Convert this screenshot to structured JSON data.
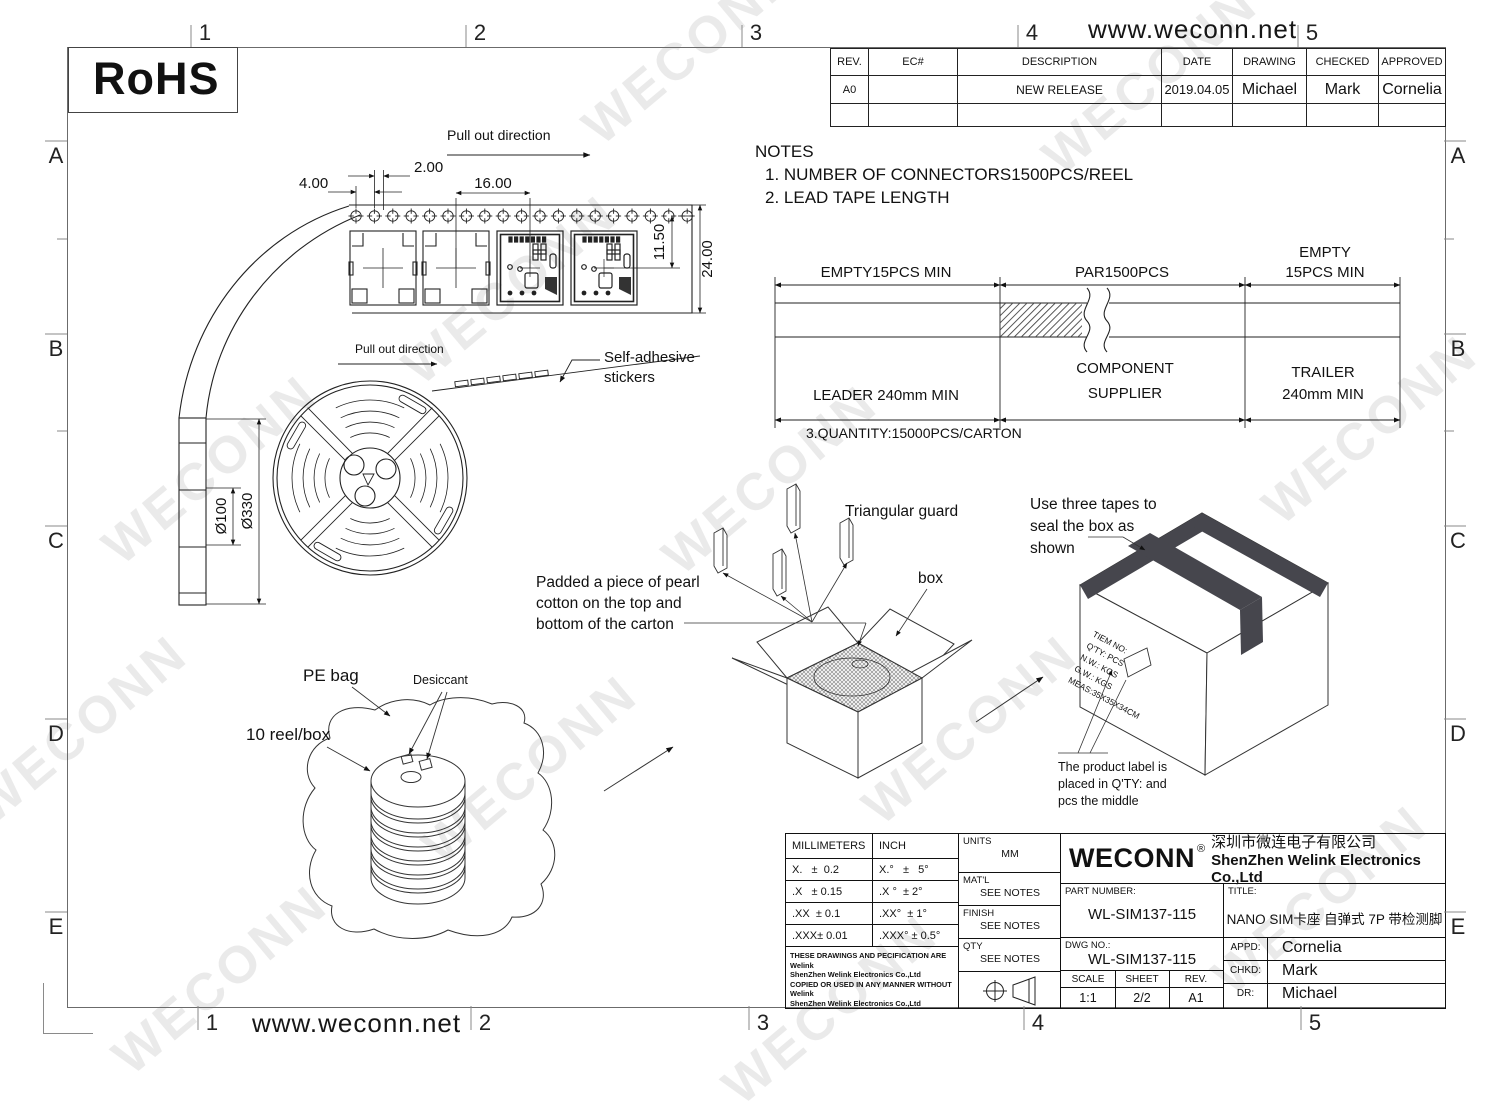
{
  "watermark": "WECONN",
  "frame": {
    "cols": [
      "1",
      "2",
      "3",
      "4",
      "5"
    ],
    "rows": [
      "A",
      "B",
      "C",
      "D",
      "E"
    ],
    "url_top": "www.weconn.net",
    "url_bottom": "www.weconn.net",
    "rohs": "RoHS"
  },
  "revision_table": {
    "headers": [
      "REV.",
      "EC#",
      "DESCRIPTION",
      "DATE",
      "DRAWING",
      "CHECKED",
      "APPROVED"
    ],
    "row": {
      "rev": "A0",
      "ec": "",
      "description": "NEW RELEASE",
      "date": "2019.04.05",
      "drawing": "Michael",
      "checked": "Mark",
      "approved": "Cornelia"
    }
  },
  "notes": {
    "heading": "NOTES",
    "n1": "1. NUMBER OF CONNECTORS1500PCS/REEL",
    "n2": "2. LEAD TAPE LENGTH",
    "n3": "3.QUANTITY:15000PCS/CARTON"
  },
  "fig_tape": {
    "pull_out": "Pull out direction",
    "d4": "4.00",
    "d2": "2.00",
    "d16": "16.00",
    "d115": "11.50",
    "d24": "24.00"
  },
  "fig_reel": {
    "pull_out": "Pull out direction",
    "sticker1": "Self-adhesive",
    "sticker2": "stickers",
    "dia_small": "Ø100",
    "dia_big": "Ø330"
  },
  "tape_len": {
    "empty_left": "EMPTY15PCS MIN",
    "par": "PAR1500PCS",
    "empty_right1": "EMPTY",
    "empty_right2": "15PCS MIN",
    "leader": "LEADER 240mm MIN",
    "component1": "COMPONENT",
    "component2": "SUPPLIER",
    "trailer1": "TRAILER",
    "trailer2": "240mm MIN"
  },
  "fig_bag": {
    "pe_bag": "PE bag",
    "desiccant": "Desiccant",
    "reels": "10 reel/box"
  },
  "fig_carton": {
    "guard": "Triangular guard",
    "box": "box",
    "padded1": "Padded a piece of pearl",
    "padded2": "cotton on the top and",
    "padded3": "bottom of the carton"
  },
  "fig_sealed": {
    "seal1": "Use three tapes to",
    "seal2": "seal the box as",
    "seal3": "shown",
    "label1": "TIEM NO:",
    "label2": "Q'TY:   PCS",
    "label3": "N.W.:   KGS",
    "label4": "G.W.:   KGS",
    "label5": "MEAS:35X35X34CM",
    "note1": "The product label is",
    "note2": "placed in Q'TY: and",
    "note3": "pcs the middle"
  },
  "title_block": {
    "tol_mm_header": "MILLIMETERS",
    "tol_inch_header": "INCH",
    "tol": [
      [
        "X.   ±  0.2",
        "X.°   ±   5°"
      ],
      [
        ".X   ± 0.15",
        ".X °  ± 2°"
      ],
      [
        ".XX  ± 0.1",
        ".XX°  ± 1°"
      ],
      [
        ".XXX± 0.01",
        ".XXX° ± 0.5°"
      ]
    ],
    "units_label": "UNITS",
    "units": "MM",
    "matl_label": "MAT'L",
    "matl": "SEE NOTES",
    "finish_label": "FINISH",
    "finish": "SEE NOTES",
    "qty_label": "QTY",
    "qty": "SEE NOTES",
    "disclaimer1": "THESE DRAWINGS AND PECIFICATION  ARE Welink",
    "disclaimer2": "ShenZhen Welink Electronics Co.,Ltd",
    "disclaimer3": " COPIED OR USED IN ANY MANNER WITHOUT Welink",
    "disclaimer4": "ShenZhen Welink Electronics Co.,Ltd",
    "logo": "WECONN",
    "reg": "®",
    "company_cn": "深圳市微连电子有限公司",
    "company_en": "ShenZhen Welink Electronics Co.,Ltd",
    "part_label": "PART NUMBER:",
    "part_number": "WL-SIM137-115",
    "title_label": "TITLE:",
    "title": "NANO SIM卡座 自弹式 7P 带检测脚",
    "dwg_label": "DWG NO.:",
    "dwg_no": "WL-SIM137-115",
    "scale_label": "SCALE",
    "scale": "1:1",
    "sheet_label": "SHEET",
    "sheet": "2/2",
    "rev_label": "REV.",
    "rev": "A1",
    "appd_label": "APPD:",
    "appd": "Cornelia",
    "chkd_label": "CHKD:",
    "chkd": "Mark",
    "dr_label": "DR:",
    "dr": "Michael"
  }
}
